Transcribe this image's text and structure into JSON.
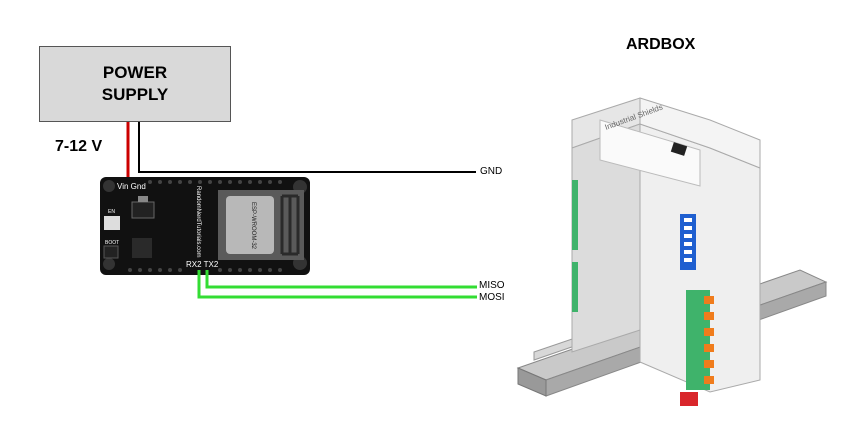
{
  "power_supply": {
    "line1": "POWER",
    "line2": "SUPPLY"
  },
  "voltage_label": "7-12 V",
  "device_title": "ARDBOX",
  "wires": {
    "gnd": "GND",
    "miso": "MISO",
    "mosi": "MOSI"
  },
  "esp32": {
    "pins_power": "Vin Gnd",
    "pins_serial": "RX2 TX2",
    "module_text": "ESP-WROOM-32",
    "side_text": "RandomNerdTutorials.com",
    "button_en": "EN",
    "button_boot": "BOOT"
  },
  "ardbox": {
    "brand_text": "Industrial Shields"
  },
  "colors": {
    "power_wire": "#cc0000",
    "ground_wire": "#000000",
    "data_wire": "#33dd33"
  }
}
